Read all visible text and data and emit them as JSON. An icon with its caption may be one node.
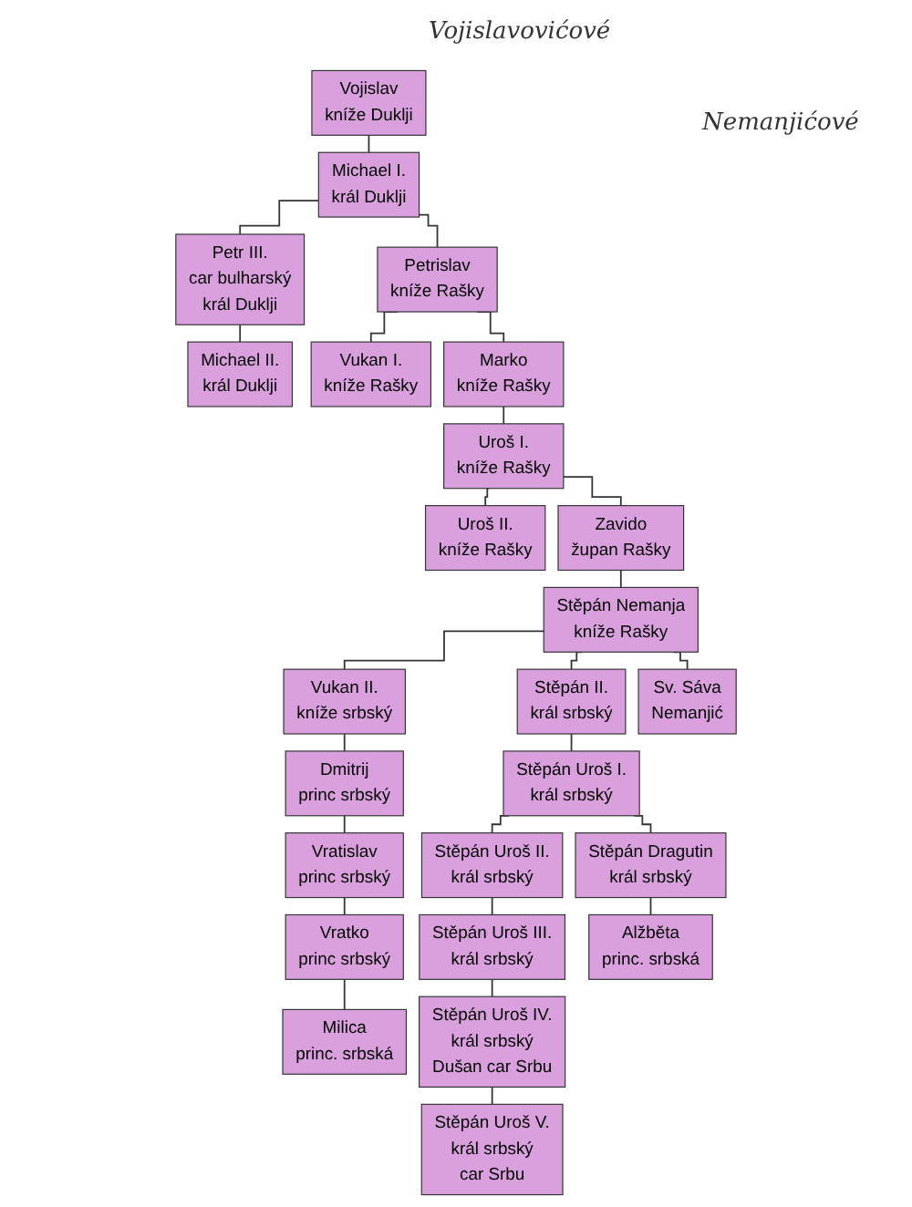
{
  "diagram": {
    "nodes": [
      {
        "text": [
          "Vojislav",
          "kníže Duklji"
        ]
      },
      {
        "text": [
          "Michael I.",
          "král Duklji"
        ]
      },
      {
        "text": [
          "Petr III.",
          "car bulharský",
          "král Duklji"
        ]
      },
      {
        "text": [
          "Petrislav",
          "kníže Rašky"
        ]
      },
      {
        "text": [
          "Michael II.",
          "král Duklji"
        ]
      },
      {
        "text": [
          "Vukan I.",
          "kníže Rašky"
        ]
      },
      {
        "text": [
          "Marko",
          "kníže Rašky"
        ]
      },
      {
        "text": [
          "Uroš I.",
          "kníže Rašky"
        ]
      },
      {
        "text": [
          "Uroš II.",
          "kníže Rašky"
        ]
      },
      {
        "text": [
          "Zavido",
          "župan Rašky"
        ]
      },
      {
        "text": [
          "Stěpán Nemanja",
          "kníže Rašky"
        ]
      },
      {
        "text": [
          "Vukan II.",
          "kníže srbský"
        ]
      },
      {
        "text": [
          "Stěpán II.",
          "král srbský"
        ]
      },
      {
        "text": [
          "Sv. Sáva",
          "Nemanjić"
        ]
      },
      {
        "text": [
          "Dmitrij",
          "princ srbský"
        ]
      },
      {
        "text": [
          "Stěpán Uroš I.",
          "král srbský"
        ]
      },
      {
        "text": [
          "Vratislav",
          "princ srbský"
        ]
      },
      {
        "text": [
          "Stěpán Uroš II.",
          "král srbský"
        ]
      },
      {
        "text": [
          "Stěpán Dragutin",
          "král srbský"
        ]
      },
      {
        "text": [
          "Vratko",
          "princ srbský"
        ]
      },
      {
        "text": [
          "Stěpán Uroš III.",
          "král srbský"
        ]
      },
      {
        "text": [
          "Alžběta",
          "princ. srbská"
        ]
      },
      {
        "text": [
          "Milica",
          "princ. srbská"
        ]
      },
      {
        "text": [
          "Stěpán Uroš IV.",
          "král srbský",
          "Dušan car Srbu"
        ]
      },
      {
        "text": [
          "Stěpán Uroš V.",
          "král srbský",
          "car Srbu"
        ]
      }
    ],
    "edges": [
      {
        "from": 0,
        "to": 1,
        "arrow": "none"
      },
      {
        "from": 1,
        "to": 2,
        "arrow": "none"
      },
      {
        "from": 1,
        "to": 3,
        "arrow": "none"
      },
      {
        "from": 2,
        "to": 4,
        "arrow": "none"
      },
      {
        "from": 3,
        "to": 5,
        "arrow": "none"
      },
      {
        "from": 3,
        "to": 6,
        "arrow": "none"
      },
      {
        "from": 6,
        "to": 7,
        "arrow": "none"
      },
      {
        "from": 7,
        "to": 8,
        "arrow": "none"
      },
      {
        "from": 7,
        "to": 9,
        "arrow": "none"
      },
      {
        "from": 9,
        "to": 10,
        "arrow": "none"
      },
      {
        "from": 10,
        "to": 11,
        "arrow": "none"
      },
      {
        "from": 10,
        "to": 12,
        "arrow": "none"
      },
      {
        "from": 10,
        "to": 13,
        "arrow": "none"
      },
      {
        "from": 11,
        "to": 14,
        "arrow": "none"
      },
      {
        "from": 12,
        "to": 15,
        "arrow": "none"
      },
      {
        "from": 14,
        "to": 16,
        "arrow": "none"
      },
      {
        "from": 15,
        "to": 17,
        "arrow": "none"
      },
      {
        "from": 15,
        "to": 18,
        "arrow": "none"
      },
      {
        "from": 16,
        "to": 19,
        "arrow": "none"
      },
      {
        "from": 17,
        "to": 20,
        "arrow": "none"
      },
      {
        "from": 18,
        "to": 21,
        "arrow": "none"
      },
      {
        "from": 19,
        "to": 22,
        "arrow": "none"
      },
      {
        "from": 20,
        "to": 23,
        "arrow": "none"
      },
      {
        "from": 23,
        "to": 24,
        "arrow": "none"
      }
    ],
    "labels": [
      "Vojislavovićové",
      "Nemanjićové"
    ]
  }
}
